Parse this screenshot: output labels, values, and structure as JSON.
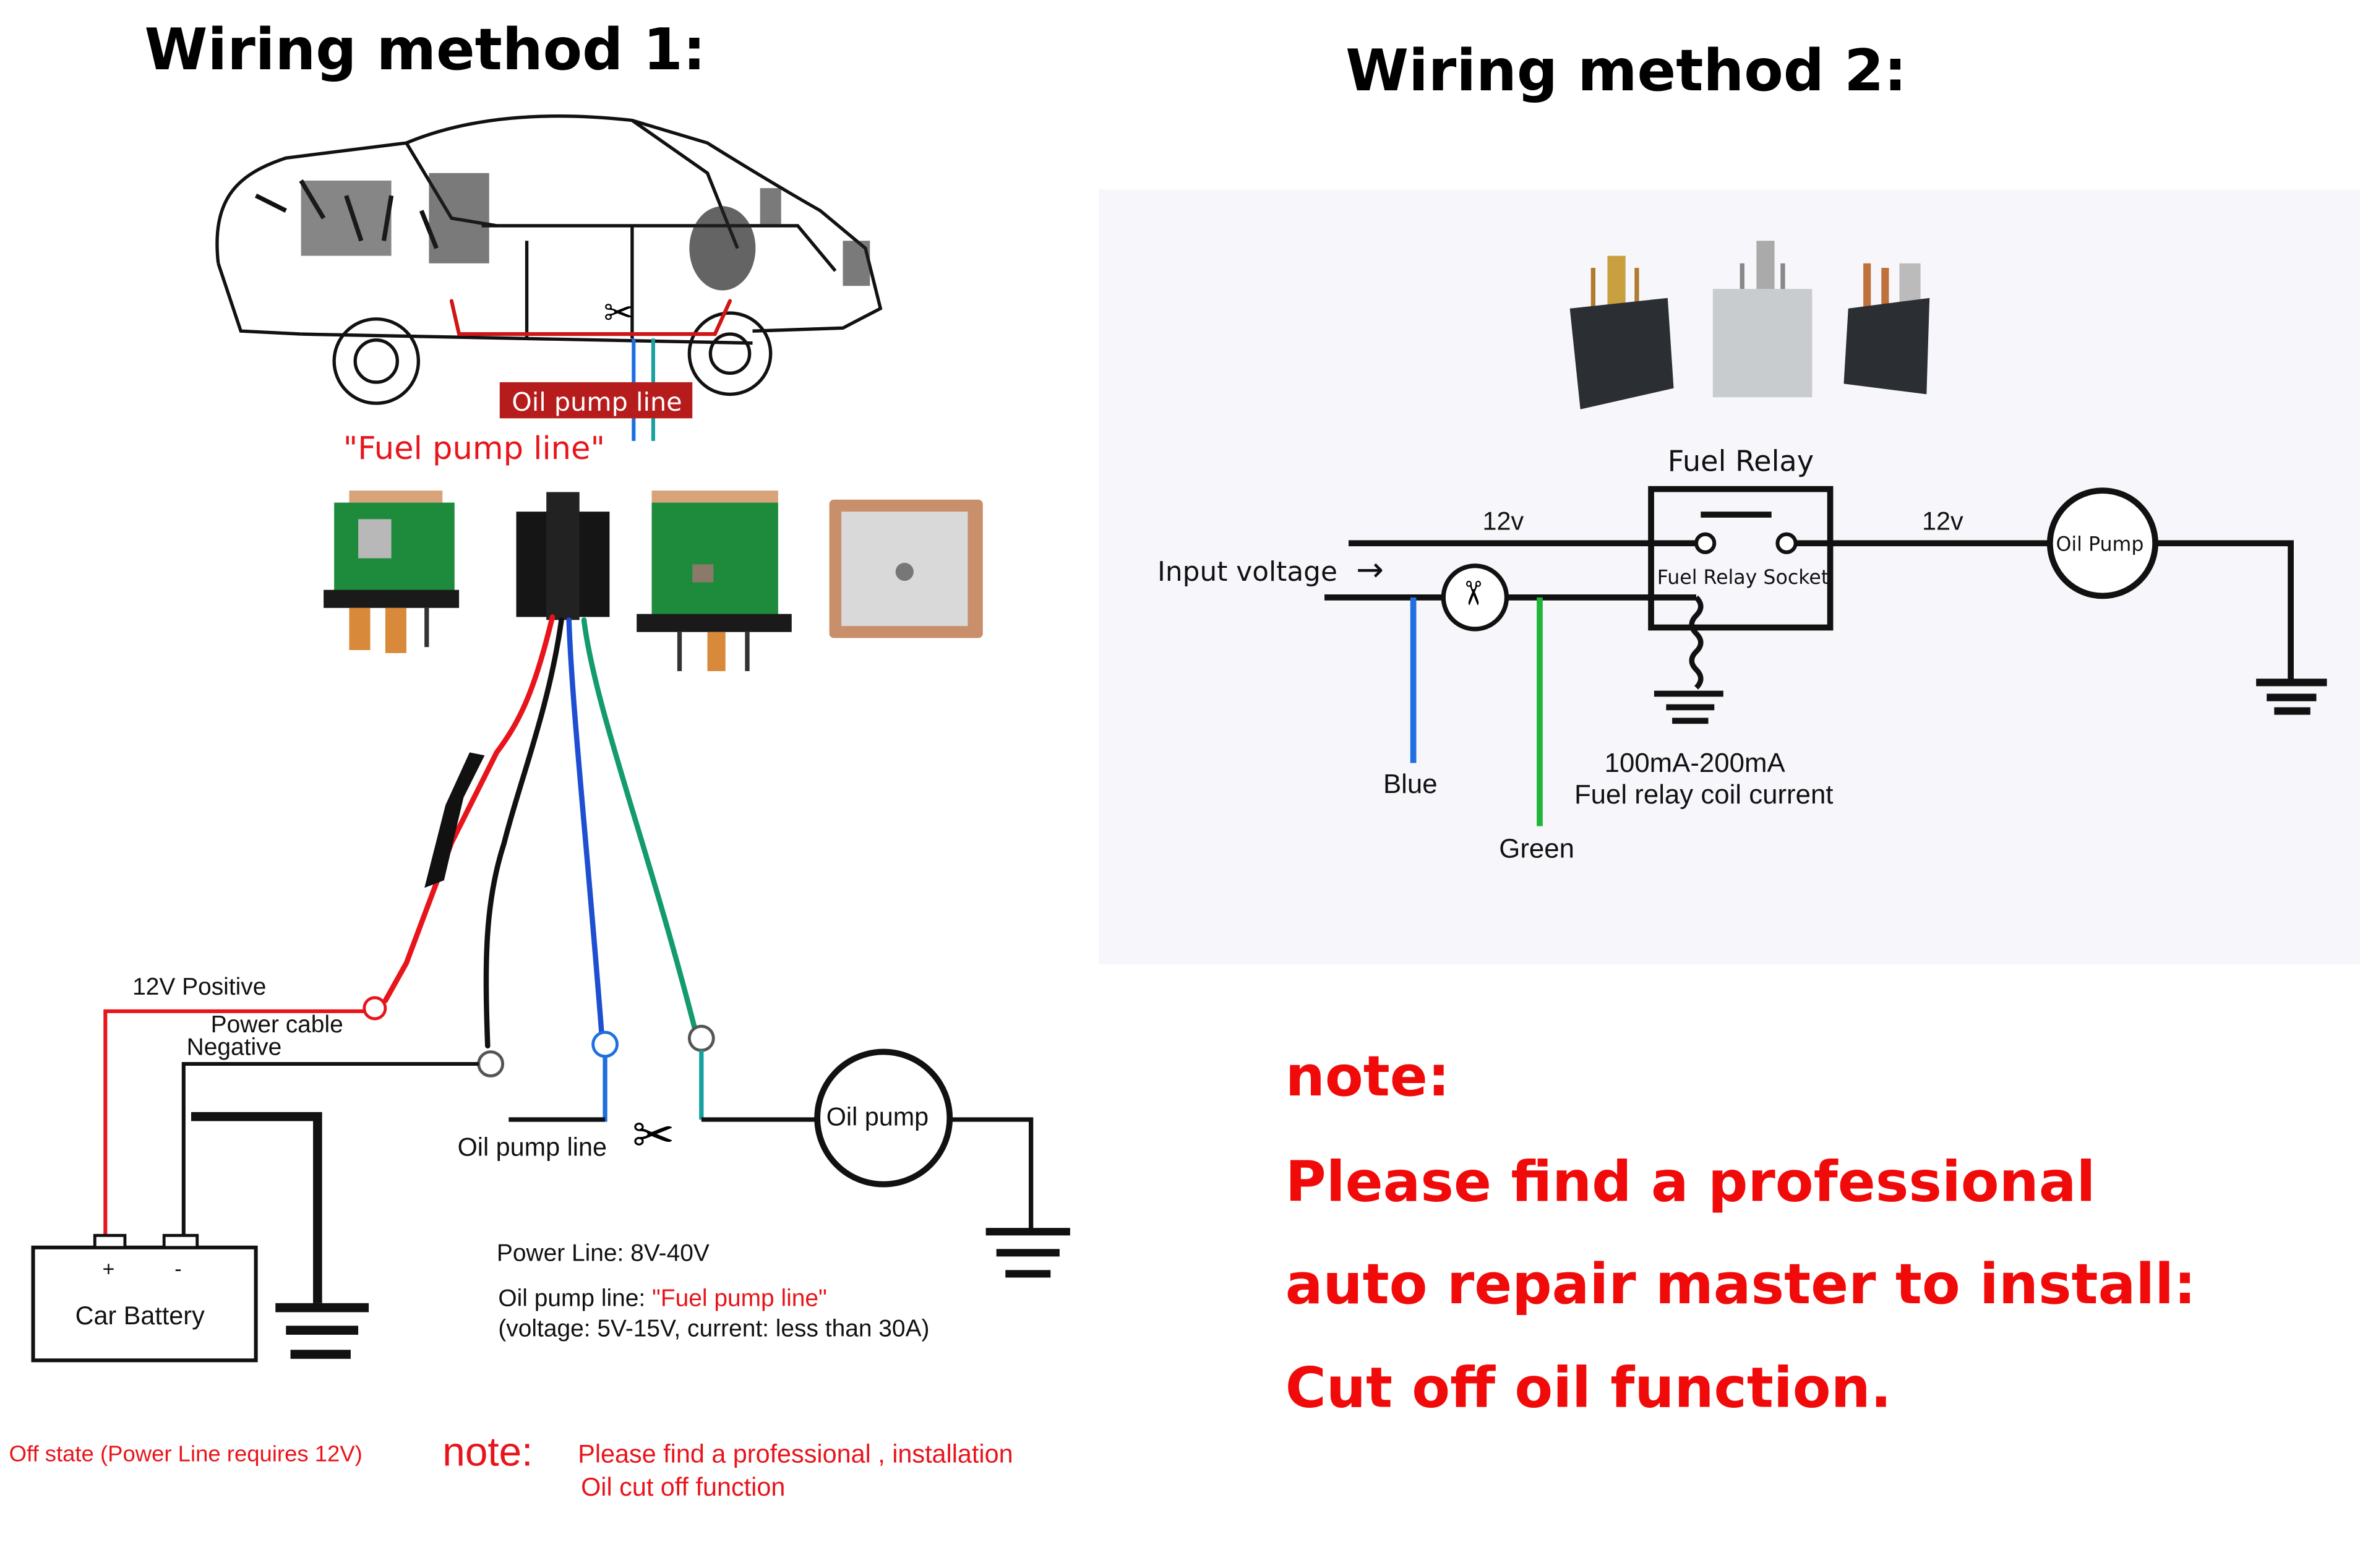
{
  "method1": {
    "title": "Wiring method 1:",
    "car_labels": {
      "oil_pump_line_tag": "Oil pump line",
      "fuel_pump_line": "\"Fuel pump line\""
    },
    "wire_labels": {
      "positive": "12V Positive",
      "power_cable": "Power cable",
      "negative": "Negative",
      "oil_pump_line": "Oil pump line",
      "oil_pump": "Oil pump"
    },
    "battery": {
      "label": "Car Battery",
      "plus": "+",
      "minus": "-"
    },
    "specs": {
      "power_line": "Power Line: 8V-40V",
      "oil_pump_prefix": "Oil pump line: ",
      "oil_pump_highlight": "\"Fuel pump line\"",
      "voltage_current": "(voltage: 5V-15V, current: less than 30A)"
    },
    "footer": {
      "off_state": "Off state (Power Line requires 12V)",
      "note_label": "note:",
      "note_line1": "Please find a professional ,  installation",
      "note_line2": "Oil cut off function"
    },
    "wire_colors": {
      "red": "#e8141b",
      "black": "#111111",
      "blue": "#1f4fd1",
      "green": "#139a6e"
    }
  },
  "method2": {
    "title": "Wiring method 2:",
    "diagram": {
      "relay_title": "Fuel Relay",
      "relay_socket": "Fuel Relay Socket",
      "voltage_left": "12v",
      "voltage_right": "12v",
      "input_voltage": "Input voltage",
      "arrow": "→",
      "oil_pump": "Oil Pump",
      "current_range": "100mA-200mA",
      "coil_current": "Fuel relay coil current",
      "blue_label": "Blue",
      "green_label": "Green"
    },
    "wire_colors": {
      "blue": "#1f6fe0",
      "green": "#1fb53a"
    },
    "note": {
      "label": "note:",
      "line1": "Please find a professional",
      "line2": "auto repair master to install:",
      "line3": "Cut off oil function."
    },
    "note_color": "#f00a0a"
  }
}
